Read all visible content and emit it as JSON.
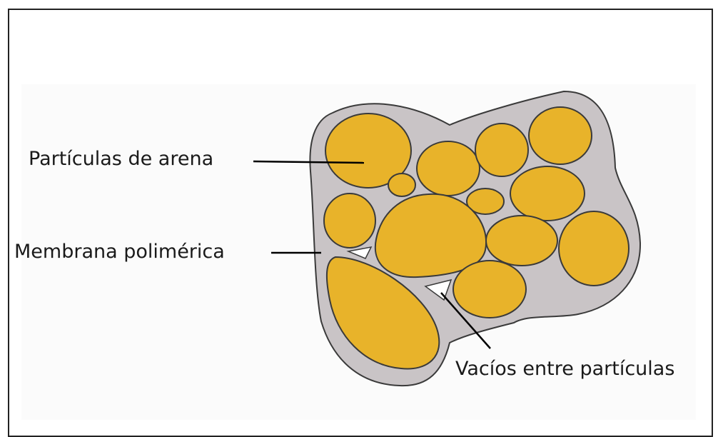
{
  "diagram": {
    "labels": {
      "sand_particles": "Partículas de arena",
      "polymer_membrane": "Membrana polimérica",
      "voids": "Vacíos entre partículas"
    },
    "colors": {
      "particle_fill": "#e8b32a",
      "membrane_fill": "#c9c4c6",
      "outline": "#3a3a3a",
      "void_fill": "#ffffff",
      "leader_line": "#000000"
    }
  }
}
